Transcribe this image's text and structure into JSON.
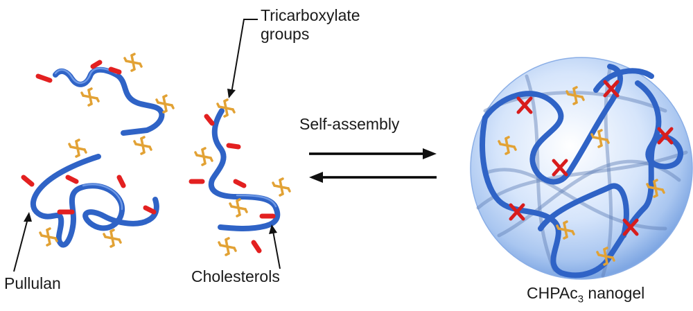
{
  "labels": {
    "tricarboxylate_line1": "Tricarboxylate",
    "tricarboxylate_line2": "groups",
    "self_assembly": "Self-assembly",
    "pullulan": "Pullulan",
    "cholesterols": "Cholesterols",
    "nanogel_prefix": "CHPAc",
    "nanogel_subscript": "3",
    "nanogel_suffix": " nanogel"
  },
  "colors": {
    "polymer_chain": "#2f63c6",
    "cholesterol": "#e32020",
    "tricarboxylate": "#e2a235",
    "nanogel_sphere": "#a9c6f0",
    "text": "#1a1a1a"
  },
  "icons": {
    "tricarboxylate_group": "four-arm-cross-glyph",
    "cholesterol": "red-bar-glyph",
    "equilibrium": "reversible-arrows"
  }
}
